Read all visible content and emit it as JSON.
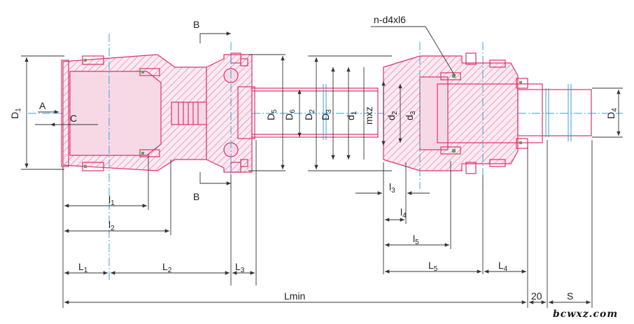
{
  "labels": {
    "section_b_top": "B",
    "section_b_bottom": "B",
    "view_a": "A",
    "view_c": "C",
    "D1": "D",
    "D1_sub": "1",
    "D5": "D",
    "D5_sub": "5",
    "D6": "D",
    "D6_sub": "6",
    "D2": "D",
    "D2_sub": "2",
    "D3": "D",
    "D3_sub": "3",
    "d1": "d",
    "d1_sub": "1",
    "mxz": "mxz",
    "d2": "d",
    "d2_sub": "2",
    "d3": "d",
    "d3_sub": "3",
    "D4": "D",
    "D4_sub": "4",
    "bolt_callout": "n-d4xl6",
    "l1": "l",
    "l1_sub": "1",
    "l2": "l",
    "l2_sub": "2",
    "l3": "l",
    "l3_sub": "3",
    "l4": "l",
    "l4_sub": "4",
    "l5": "l",
    "l5_sub": "5",
    "L1": "L",
    "L1_sub": "1",
    "L2": "L",
    "L2_sub": "2",
    "L3": "L",
    "L3_sub": "3",
    "L4": "L",
    "L4_sub": "4",
    "L5": "L",
    "L5_sub": "5",
    "Lmin": "Lmin",
    "gap_20": "20",
    "S": "S",
    "watermark": "bcwxz.com"
  },
  "colors": {
    "part_outline": "#e0306f",
    "part_fill": "#f7d9e6",
    "centerline": "#3aa0d8",
    "dimension": "#333333"
  }
}
